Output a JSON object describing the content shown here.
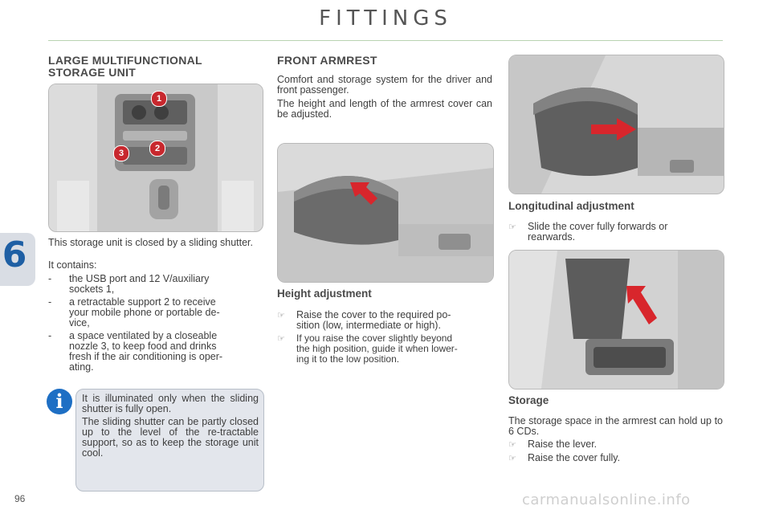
{
  "page_title": "FITTINGS",
  "chapter_number": "6",
  "page_number": "96",
  "watermark": "carmanualsonline.info",
  "left": {
    "heading_line1": "LARGE MULTIFUNCTIONAL",
    "heading_line2": "STORAGE UNIT",
    "callouts": [
      "1",
      "2",
      "3"
    ],
    "intro": "This storage unit is closed by a sliding shutter.",
    "contains": "It contains:",
    "items": [
      {
        "dash": "-",
        "lines": [
          "the USB port and 12 V/auxiliary",
          "sockets 1,"
        ]
      },
      {
        "dash": "-",
        "lines": [
          "a retractable support 2 to receive",
          "your mobile phone or portable de-",
          "vice,"
        ]
      },
      {
        "dash": "-",
        "lines": [
          "a space ventilated by a closeable",
          "nozzle 3, to keep food and drinks",
          "fresh if the air conditioning is oper-",
          "ating."
        ]
      }
    ],
    "info_icon": "i",
    "info_p1": "It is illuminated only when the sliding shutter is fully open.",
    "info_p2": "The sliding shutter can be partly closed up to the level of the re-tractable support, so as to keep the storage unit cool."
  },
  "middle": {
    "heading": "FRONT ARMREST",
    "p1": "Comfort and storage system for the driver and front passenger.",
    "p2": "The height and length of the armrest cover can be adjusted.",
    "height_heading": "Height adjustment",
    "height_items": [
      {
        "lines": [
          "Raise the cover to the required po-",
          "sition (low, intermediate or high)."
        ]
      },
      {
        "lines": [
          "If you raise the cover slightly beyond",
          "the high position, guide it when lower-",
          "ing it to the low position."
        ]
      }
    ]
  },
  "right": {
    "long_heading": "Longitudinal adjustment",
    "long_items": [
      {
        "lines": [
          "Slide the cover fully forwards or",
          "rearwards."
        ]
      }
    ],
    "storage_heading": "Storage",
    "storage_p": "The storage space in the armrest can hold up to 6 CDs.",
    "storage_items": [
      {
        "lines": [
          "Raise the lever."
        ]
      },
      {
        "lines": [
          "Raise the cover fully."
        ]
      }
    ]
  },
  "icons": {
    "bullet": "pointing-hand-icon",
    "info": "info-icon",
    "arrow": "red-arrow-icon"
  },
  "colors": {
    "accent_blue": "#1e6fc4",
    "arrow_red": "#d8262c",
    "callout_red": "#c8282e",
    "info_bg": "#e3e6ec"
  }
}
